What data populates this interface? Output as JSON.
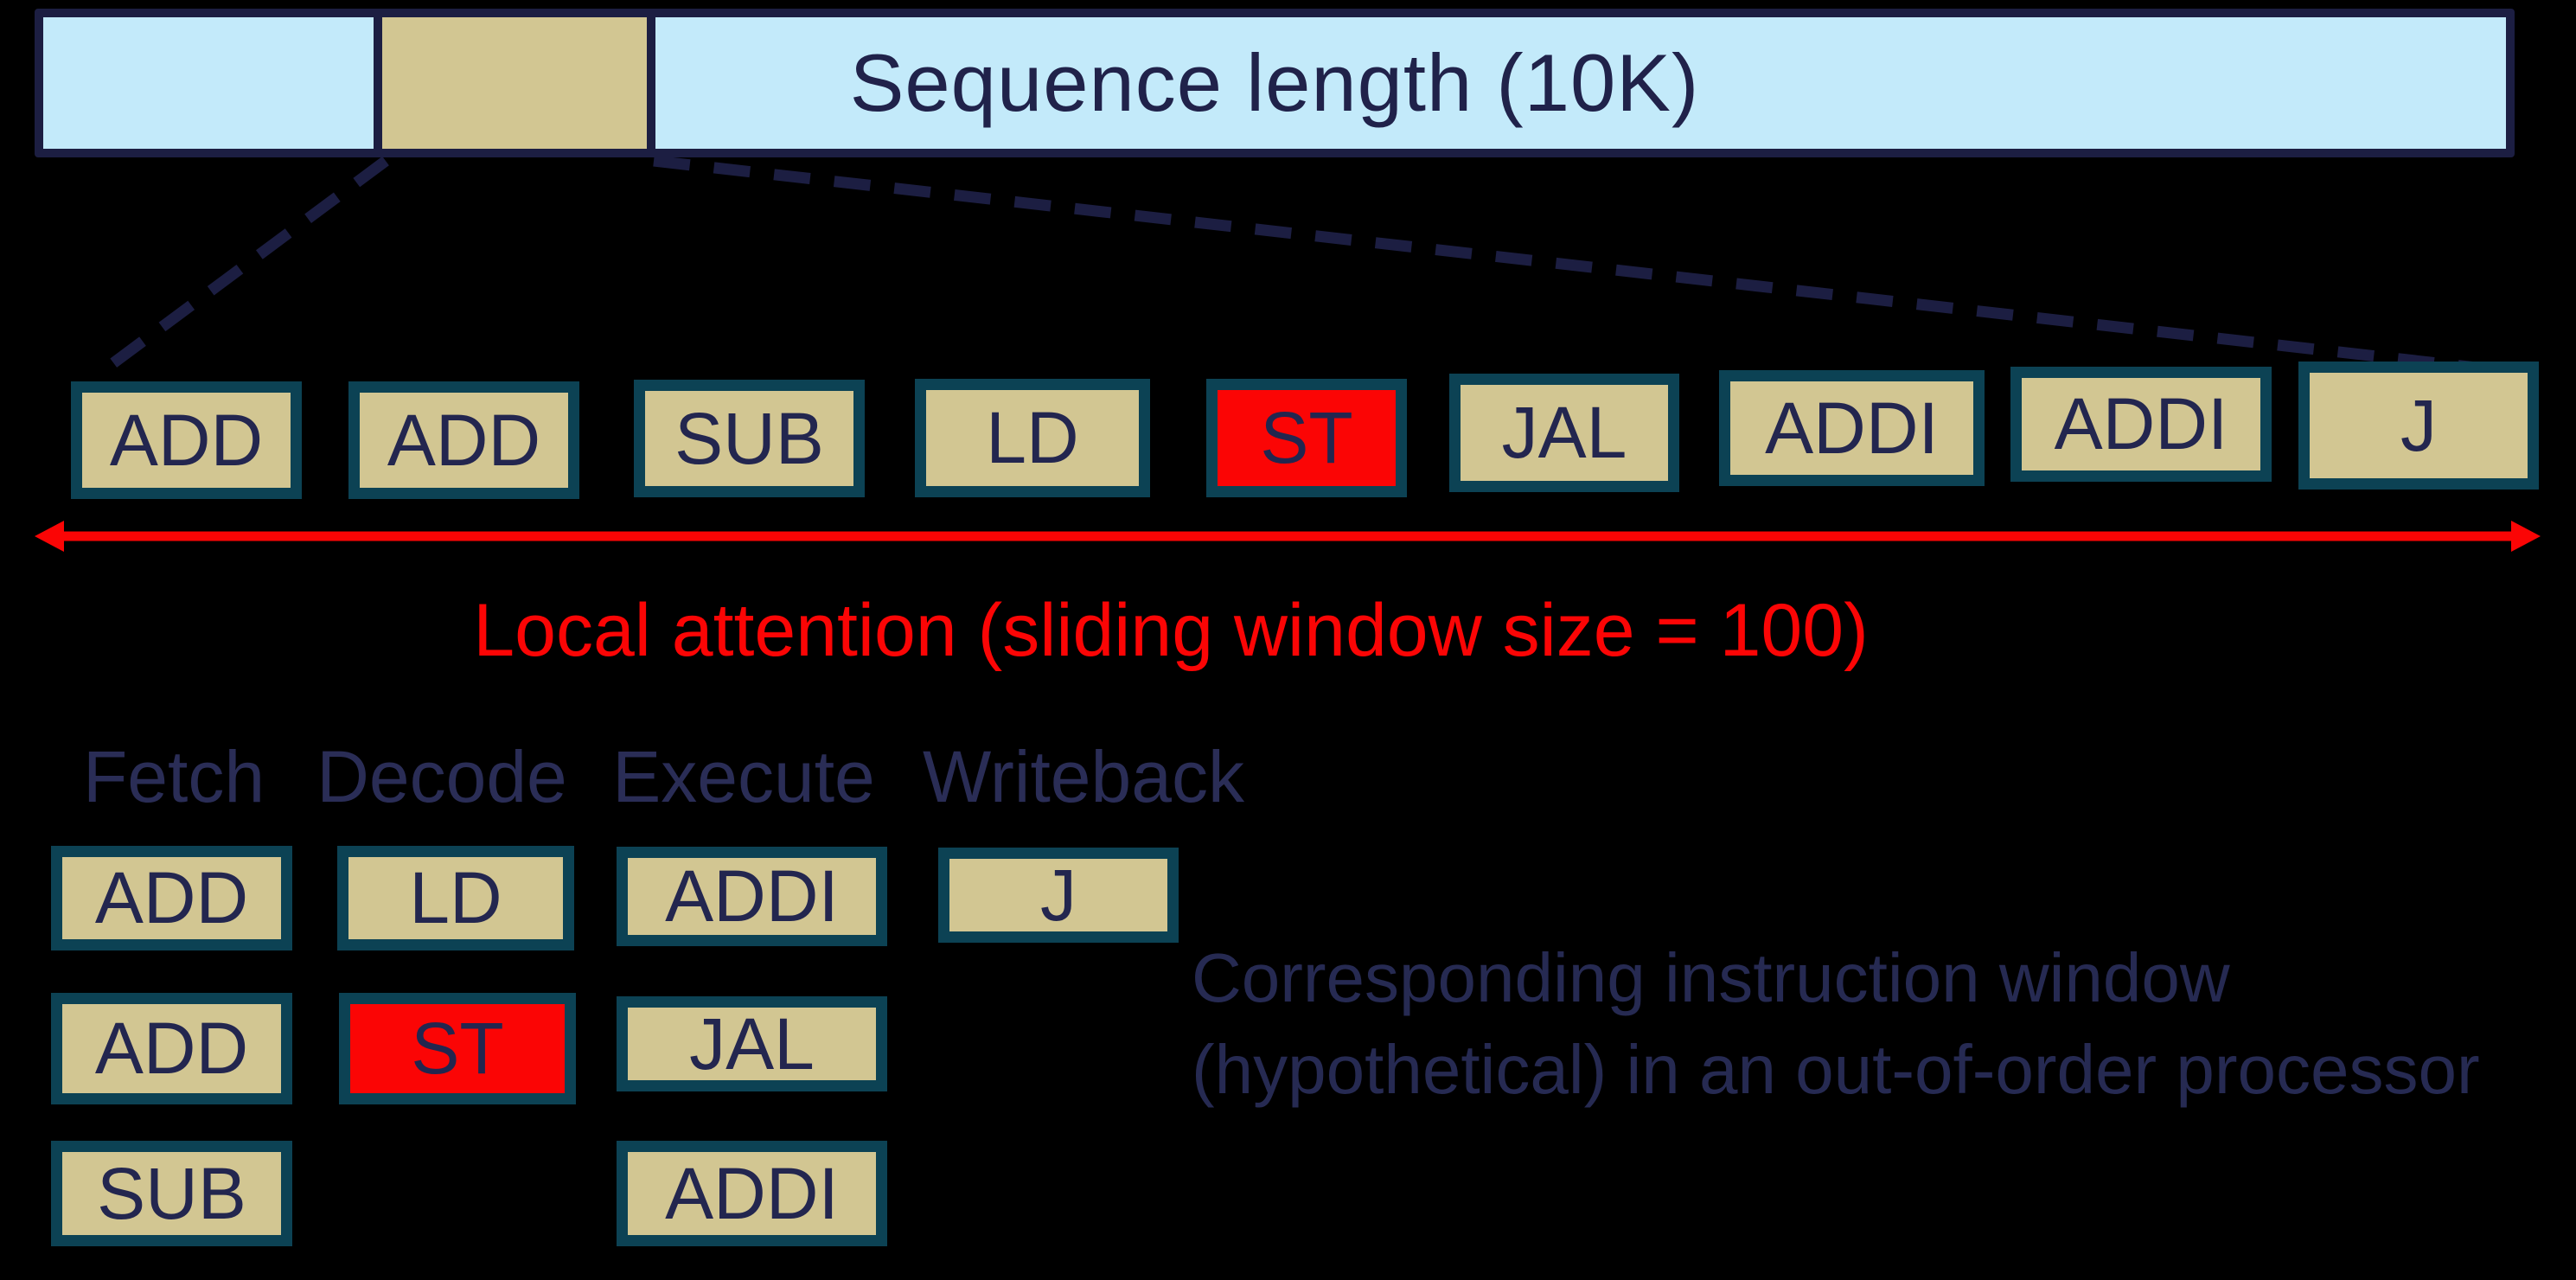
{
  "colors": {
    "background": "#000000",
    "bar_fill": "#c3eafa",
    "navy_border": "#1c1e42",
    "navy_text": "#23264f",
    "tan_fill": "#d2c692",
    "teal_border": "#0c4254",
    "highlight_red": "#fb0505"
  },
  "sequence_bar": {
    "label": "Sequence length (10K)"
  },
  "instruction_row": {
    "items": [
      {
        "label": "ADD",
        "highlighted": false
      },
      {
        "label": "ADD",
        "highlighted": false
      },
      {
        "label": "SUB",
        "highlighted": false
      },
      {
        "label": "LD",
        "highlighted": false
      },
      {
        "label": "ST",
        "highlighted": true
      },
      {
        "label": "JAL",
        "highlighted": false
      },
      {
        "label": "ADDI",
        "highlighted": false
      },
      {
        "label": "ADDI",
        "highlighted": false
      },
      {
        "label": "J",
        "highlighted": false
      }
    ]
  },
  "local_attention": {
    "label": "Local attention (sliding window size = 100)"
  },
  "pipeline": {
    "stage_labels": [
      "Fetch",
      "Decode",
      "Execute",
      "Writeback"
    ],
    "cells": [
      {
        "stage": "Fetch",
        "row": 1,
        "label": "ADD",
        "highlighted": false
      },
      {
        "stage": "Fetch",
        "row": 2,
        "label": "ADD",
        "highlighted": false
      },
      {
        "stage": "Fetch",
        "row": 3,
        "label": "SUB",
        "highlighted": false
      },
      {
        "stage": "Decode",
        "row": 1,
        "label": "LD",
        "highlighted": false
      },
      {
        "stage": "Decode",
        "row": 2,
        "label": "ST",
        "highlighted": true
      },
      {
        "stage": "Execute",
        "row": 1,
        "label": "ADDI",
        "highlighted": false
      },
      {
        "stage": "Execute",
        "row": 2,
        "label": "JAL",
        "highlighted": false
      },
      {
        "stage": "Execute",
        "row": 3,
        "label": "ADDI",
        "highlighted": false
      },
      {
        "stage": "Writeback",
        "row": 1,
        "label": "J",
        "highlighted": false
      }
    ]
  },
  "caption": {
    "line1": "Corresponding instruction window",
    "line2": "(hypothetical) in an out-of-order processor"
  }
}
